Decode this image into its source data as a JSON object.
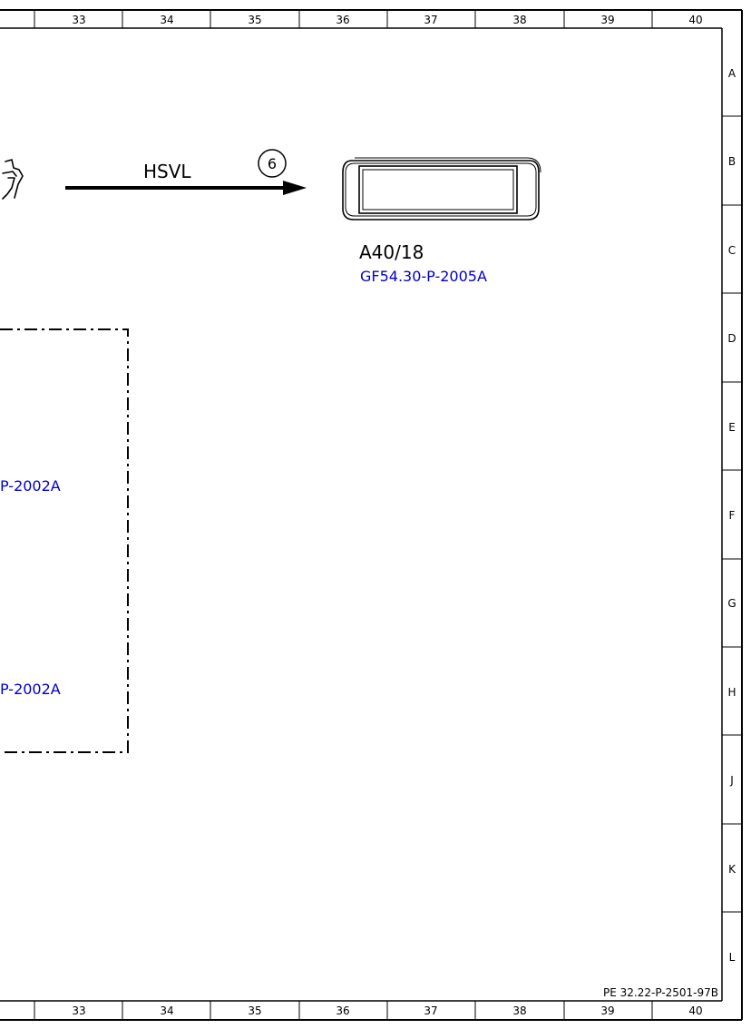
{
  "columns": [
    "33",
    "34",
    "35",
    "36",
    "37",
    "38",
    "39",
    "40"
  ],
  "rows": [
    "A",
    "B",
    "C",
    "D",
    "E",
    "F",
    "G",
    "H",
    "J",
    "K",
    "L"
  ],
  "signal": {
    "label": "HSVL",
    "marker": "6"
  },
  "component": {
    "id": "A40/18",
    "ref": "GF54.30-P-2005A"
  },
  "partial_refs": [
    "P-2002A",
    "P-2002A"
  ],
  "sheet_id": "PE 32.22-P-2501-97B",
  "colors": {
    "line": "#000000",
    "link": "#0000cc"
  }
}
